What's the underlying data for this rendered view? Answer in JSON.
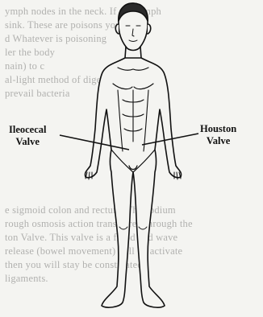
{
  "background_text": [
    "ymph nodes in the neck.  If the lymph",
    "sink.  These are poisons your",
    "d   Whatever is poisoning",
    "ler                         the body",
    "nain) to                              c",
    "al-light method of digestion of oxy",
    "                                prevail bacteria",
    "",
    "",
    "",
    "",
    "",
    "",
    "",
    "e sigmoid colon and rectum.  The sodium",
    "rough osmosis action transferred through the",
    "ton Valve.  This valve is a flood and wave",
    "release (bowel movement) will be activate",
    "then you will stay be constipated",
    "ligaments."
  ],
  "labels": {
    "left_line1": "Ileocecal",
    "left_line2": "Valve",
    "right_line1": "Houston",
    "right_line2": "Valve"
  },
  "colors": {
    "ink": "#111111",
    "paper": "#f4f4f1",
    "faded_text": "#7a7a78"
  }
}
